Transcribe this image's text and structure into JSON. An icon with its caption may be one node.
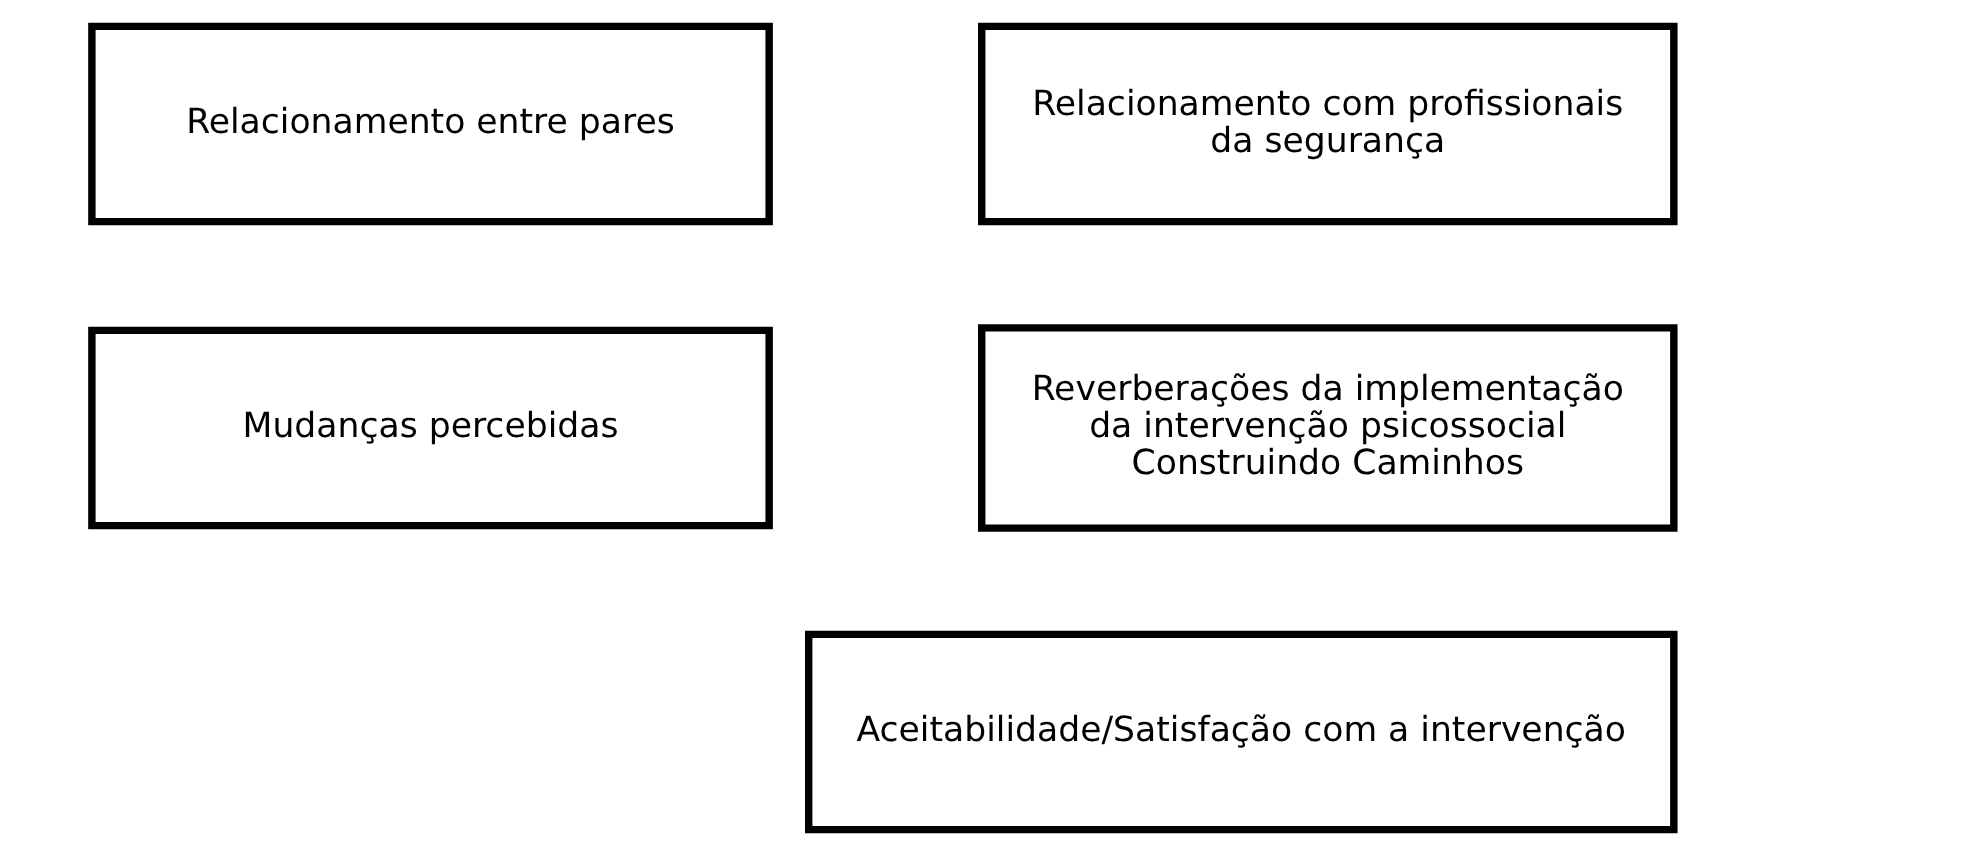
{
  "diagram": {
    "nodes": [
      {
        "text": [
          "Relacionamento entre pares"
        ]
      },
      {
        "text": [
          "Relacionamento com profissionais da segurança"
        ]
      },
      {
        "text": [
          "Mudanças percebidas"
        ]
      },
      {
        "text": [
          "Reverberações da implementação da intervenção psicossocial Construindo Caminhos"
        ]
      },
      {
        "text": [
          "Aceitabilidade/Satisfação com a intervenção"
        ]
      }
    ]
  }
}
